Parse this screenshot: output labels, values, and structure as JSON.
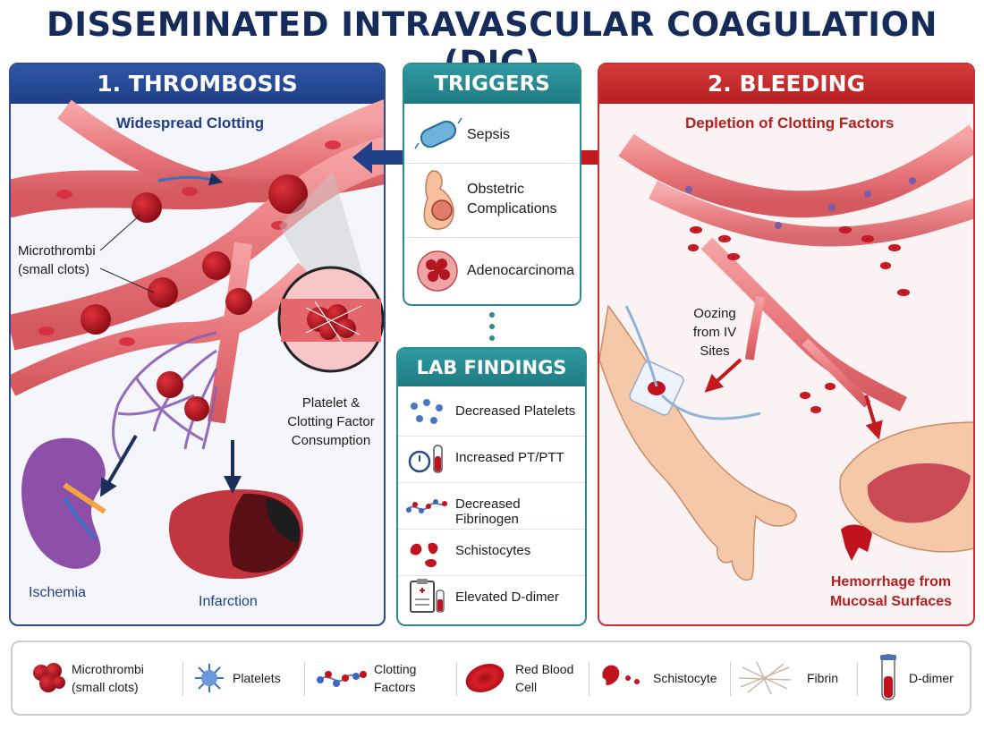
{
  "title": "DISSEMINATED INTRAVASCULAR COAGULATION (DIC)",
  "thrombosis": {
    "heading": "1. THROMBOSIS",
    "subtitle": "Widespread Clotting",
    "microthrombi_label": "Microthrombi (small clots)",
    "consumption_label": "Platelet & Clotting Factor Consumption",
    "ischemia_label": "Ischemia",
    "infarction_label": "Infarction"
  },
  "triggers": {
    "heading": "TRIGGERS",
    "items": [
      {
        "label": "Sepsis",
        "icon": "bacteria-icon"
      },
      {
        "label": "Obstetric Complications",
        "icon": "pregnancy-icon"
      },
      {
        "label": "Adenocarcinoma",
        "icon": "tumor-icon"
      }
    ]
  },
  "lab_findings": {
    "heading": "LAB FINDINGS",
    "items": [
      {
        "label": "Decreased Platelets",
        "icon": "platelets-icon"
      },
      {
        "label": "Increased PT/PTT",
        "icon": "timer-tube-icon"
      },
      {
        "label": "Decreased Fibrinogen",
        "icon": "fibrinogen-icon"
      },
      {
        "label": "Schistocytes",
        "icon": "schistocyte-icon"
      },
      {
        "label": "Elevated D-dimer",
        "icon": "clipboard-icon"
      }
    ]
  },
  "bleeding": {
    "heading": "2. BLEEDING",
    "subtitle": "Depletion of Clotting Factors",
    "oozing_label": "Oozing from IV Sites",
    "hemorrhage_label": "Hemorrhage from Mucosal Surfaces"
  },
  "legend": {
    "items": [
      {
        "label": "Microthrombi (small clots)",
        "icon": "microthrombi-icon"
      },
      {
        "label": "Platelets",
        "icon": "platelet-icon"
      },
      {
        "label": "Clotting Factors",
        "icon": "clotting-factors-icon"
      },
      {
        "label": "Red Blood Cell",
        "icon": "red-blood-cell-icon"
      },
      {
        "label": "Schistocyte",
        "icon": "schistocyte-icon"
      },
      {
        "label": "Fibrin",
        "icon": "fibrin-icon"
      },
      {
        "label": "D-dimer",
        "icon": "d-dimer-tube-icon"
      }
    ]
  },
  "colors": {
    "thrombosis": "#1f3f86",
    "bleeding": "#b51f22",
    "center": "#1f7a82",
    "vessel": "#e9787c",
    "blood": "#c1121f"
  }
}
